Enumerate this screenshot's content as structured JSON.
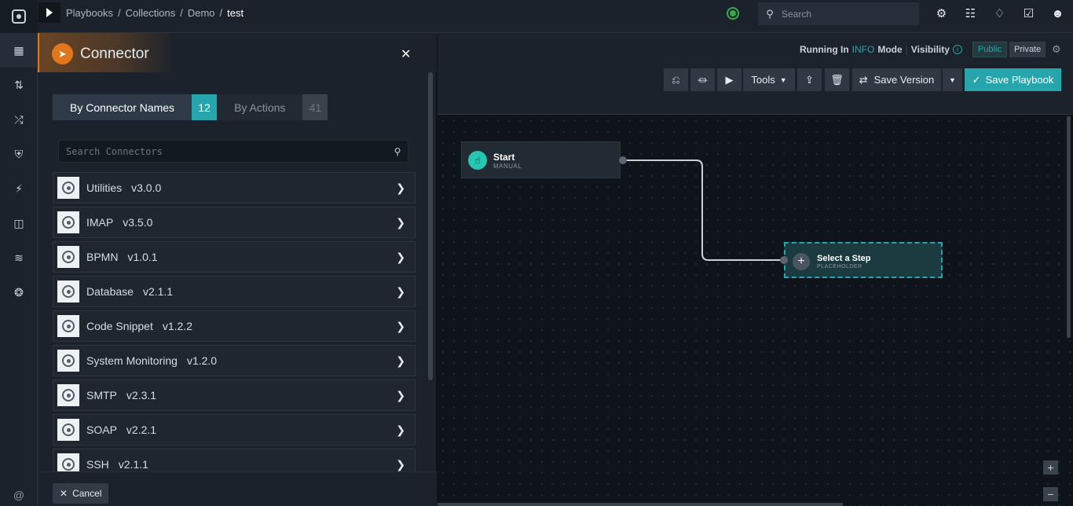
{
  "topbar": {
    "breadcrumbs": [
      "Playbooks",
      "Collections",
      "Demo"
    ],
    "current": "test",
    "search_placeholder": "Search"
  },
  "panel": {
    "title": "Connector",
    "tabs": [
      {
        "label": "By Connector Names",
        "count": "12"
      },
      {
        "label": "By Actions",
        "count": "41"
      }
    ],
    "search_placeholder": "Search Connectors",
    "connectors": [
      {
        "name": "Utilities",
        "version": "v3.0.0"
      },
      {
        "name": "IMAP",
        "version": "v3.5.0"
      },
      {
        "name": "BPMN",
        "version": "v1.0.1"
      },
      {
        "name": "Database",
        "version": "v2.1.1"
      },
      {
        "name": "Code Snippet",
        "version": "v1.2.2"
      },
      {
        "name": "System Monitoring",
        "version": "v1.2.0"
      },
      {
        "name": "SMTP",
        "version": "v2.3.1"
      },
      {
        "name": "SOAP",
        "version": "v2.2.1"
      },
      {
        "name": "SSH",
        "version": "v2.1.1"
      }
    ],
    "cancel_label": "Cancel"
  },
  "header": {
    "running_in": "Running In",
    "mode_value": "INFO",
    "mode_label": "Mode",
    "visibility_label": "Visibility",
    "public_label": "Public",
    "private_label": "Private",
    "tools_label": "Tools",
    "save_version_label": "Save Version",
    "save_playbook_label": "Save Playbook"
  },
  "canvas": {
    "start": {
      "title": "Start",
      "subtitle": "MANUAL"
    },
    "placeholder": {
      "title": "Select a Step",
      "subtitle": "PLACEHOLDER"
    }
  },
  "colors": {
    "accent": "#26a6ac",
    "connector_badge": "#e2761b",
    "start_icon": "#26c6b0"
  }
}
